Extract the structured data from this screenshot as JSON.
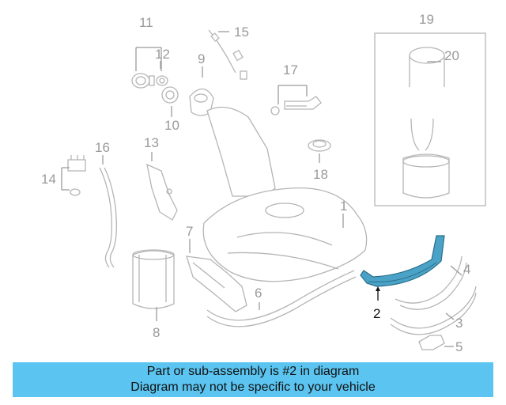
{
  "diagram": {
    "callouts": {
      "c1": "1",
      "c2": "2",
      "c3": "3",
      "c4": "4",
      "c5": "5",
      "c6": "6",
      "c7": "7",
      "c8": "8",
      "c9": "9",
      "c10": "10",
      "c11": "11",
      "c12": "12",
      "c13": "13",
      "c14": "14",
      "c15": "15",
      "c16": "16",
      "c17": "17",
      "c18": "18",
      "c19": "19",
      "c20": "20"
    },
    "highlighted_part": "2",
    "highlight_color": "#4aa3c7",
    "part_color": "#b5b5b5"
  },
  "caption": {
    "line1": "Part or sub-assembly is #2 in diagram",
    "line2": "Diagram may not be specific to your vehicle",
    "background": "#5bc4f0"
  }
}
